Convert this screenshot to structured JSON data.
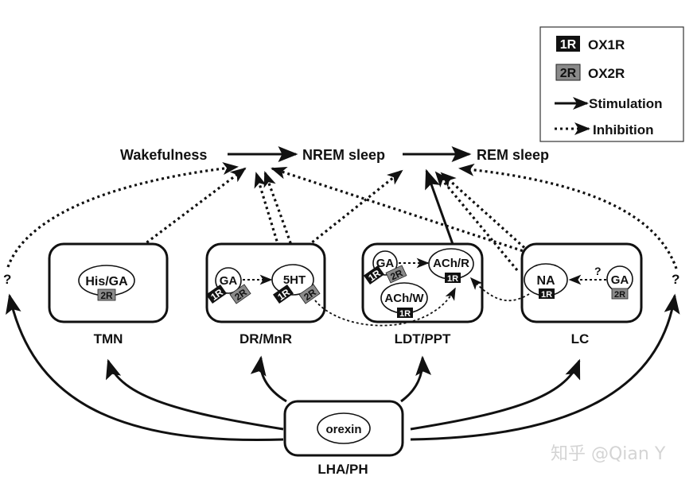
{
  "legend": {
    "items": [
      {
        "badge": "1R",
        "label": "OX1R",
        "badge_color": "#111111",
        "text_color": "#ffffff"
      },
      {
        "badge": "2R",
        "label": "OX2R",
        "badge_color": "#8a8a8a",
        "text_color": "#111111"
      },
      {
        "label": "Stimulation",
        "line": "solid"
      },
      {
        "label": "Inhibition",
        "line": "dotted"
      }
    ]
  },
  "states": {
    "wake": "Wakefulness",
    "nrem": "NREM sleep",
    "rem": "REM sleep"
  },
  "nuclei": {
    "tmn": {
      "label": "TMN",
      "cells": [
        {
          "name": "His/GA",
          "receptors": [
            "2R"
          ]
        }
      ]
    },
    "dr": {
      "label": "DR/MnR",
      "cells": [
        {
          "name": "GA",
          "receptors": [
            "1R",
            "2R"
          ]
        },
        {
          "name": "5HT",
          "receptors": [
            "1R",
            "2R"
          ]
        }
      ]
    },
    "ldt": {
      "label": "LDT/PPT",
      "cells": [
        {
          "name": "GA",
          "receptors": [
            "1R",
            "2R"
          ]
        },
        {
          "name": "ACh/R",
          "receptors": [
            "1R"
          ]
        },
        {
          "name": "ACh/W",
          "receptors": [
            "1R"
          ]
        }
      ]
    },
    "lc": {
      "label": "LC",
      "cells": [
        {
          "name": "NA",
          "receptors": [
            "1R"
          ]
        },
        {
          "name": "GA",
          "receptors": [
            "2R"
          ]
        }
      ],
      "uncertain_mark": "?"
    },
    "lha": {
      "label": "LHA/PH",
      "cells": [
        {
          "name": "orexin",
          "receptors": []
        }
      ]
    }
  },
  "side_marks": {
    "left": "?",
    "right": "?"
  },
  "colors": {
    "ink": "#111111",
    "ox1r": "#111111",
    "ox2r": "#8a8a8a",
    "background": "#ffffff"
  },
  "watermark": "知乎 @Qian Y"
}
